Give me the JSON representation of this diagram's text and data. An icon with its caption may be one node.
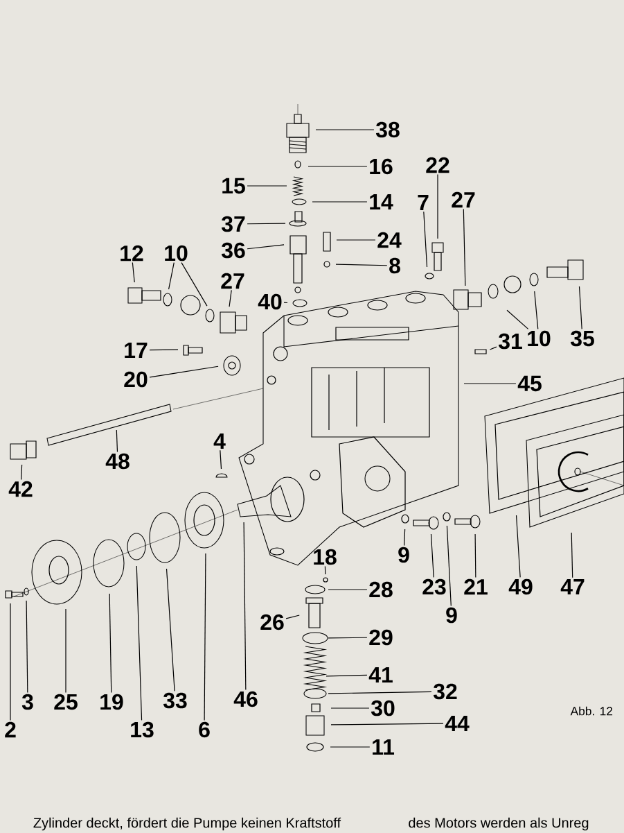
{
  "diagram": {
    "nodes": [
      {
        "text": [
          "38"
        ]
      },
      {
        "text": [
          "16"
        ]
      },
      {
        "text": [
          "15"
        ]
      },
      {
        "text": [
          "14"
        ]
      },
      {
        "text": [
          "37"
        ]
      },
      {
        "text": [
          "36"
        ]
      },
      {
        "text": [
          "24"
        ]
      },
      {
        "text": [
          "8"
        ]
      },
      {
        "text": [
          "40"
        ]
      },
      {
        "text": [
          "12"
        ]
      },
      {
        "text": [
          "10"
        ]
      },
      {
        "text": [
          "27"
        ]
      },
      {
        "text": [
          "22"
        ]
      },
      {
        "text": [
          "7"
        ]
      },
      {
        "text": [
          "27"
        ]
      },
      {
        "text": [
          "10"
        ]
      },
      {
        "text": [
          "35"
        ]
      },
      {
        "text": [
          "31"
        ]
      },
      {
        "text": [
          "17"
        ]
      },
      {
        "text": [
          "20"
        ]
      },
      {
        "text": [
          "45"
        ]
      },
      {
        "text": [
          "4"
        ]
      },
      {
        "text": [
          "42"
        ]
      },
      {
        "text": [
          "48"
        ]
      },
      {
        "text": [
          "46"
        ]
      },
      {
        "text": [
          "6"
        ]
      },
      {
        "text": [
          "33"
        ]
      },
      {
        "text": [
          "13"
        ]
      },
      {
        "text": [
          "19"
        ]
      },
      {
        "text": [
          "25"
        ]
      },
      {
        "text": [
          "3"
        ]
      },
      {
        "text": [
          "2"
        ]
      },
      {
        "text": [
          "9"
        ]
      },
      {
        "text": [
          "23"
        ]
      },
      {
        "text": [
          "9"
        ]
      },
      {
        "text": [
          "21"
        ]
      },
      {
        "text": [
          "49"
        ]
      },
      {
        "text": [
          "47"
        ]
      },
      {
        "text": [
          "18"
        ]
      },
      {
        "text": [
          "28"
        ]
      },
      {
        "text": [
          "26"
        ]
      },
      {
        "text": [
          "29"
        ]
      },
      {
        "text": [
          "41"
        ]
      },
      {
        "text": [
          "32"
        ]
      },
      {
        "text": [
          "30"
        ]
      },
      {
        "text": [
          "44"
        ]
      },
      {
        "text": [
          "11"
        ]
      }
    ],
    "edges": [
      {
        "from": 0,
        "to": null,
        "arrow": "none"
      },
      {
        "from": 1,
        "to": null,
        "arrow": "none"
      },
      {
        "from": 2,
        "to": null,
        "arrow": "none"
      },
      {
        "from": 3,
        "to": null,
        "arrow": "none"
      },
      {
        "from": 4,
        "to": null,
        "arrow": "none"
      },
      {
        "from": 5,
        "to": null,
        "arrow": "none"
      },
      {
        "from": 6,
        "to": null,
        "arrow": "none"
      },
      {
        "from": 7,
        "to": null,
        "arrow": "none"
      },
      {
        "from": 8,
        "to": null,
        "arrow": "none"
      },
      {
        "from": 9,
        "to": null,
        "arrow": "none"
      },
      {
        "from": 10,
        "to": null,
        "arrow": "none"
      },
      {
        "from": 10,
        "to": null,
        "arrow": "none"
      },
      {
        "from": 11,
        "to": null,
        "arrow": "none"
      },
      {
        "from": 12,
        "to": null,
        "arrow": "none"
      },
      {
        "from": 13,
        "to": null,
        "arrow": "none"
      },
      {
        "from": 14,
        "to": null,
        "arrow": "none"
      },
      {
        "from": 15,
        "to": null,
        "arrow": "none"
      },
      {
        "from": 15,
        "to": null,
        "arrow": "none"
      },
      {
        "from": 16,
        "to": null,
        "arrow": "none"
      },
      {
        "from": 17,
        "to": null,
        "arrow": "none"
      },
      {
        "from": 18,
        "to": null,
        "arrow": "none"
      },
      {
        "from": 19,
        "to": null,
        "arrow": "none"
      },
      {
        "from": 20,
        "to": null,
        "arrow": "none"
      },
      {
        "from": 21,
        "to": null,
        "arrow": "none"
      },
      {
        "from": 22,
        "to": null,
        "arrow": "none"
      },
      {
        "from": 23,
        "to": null,
        "arrow": "none"
      },
      {
        "from": 24,
        "to": null,
        "arrow": "none"
      },
      {
        "from": 25,
        "to": null,
        "arrow": "none"
      },
      {
        "from": 26,
        "to": null,
        "arrow": "none"
      },
      {
        "from": 27,
        "to": null,
        "arrow": "none"
      },
      {
        "from": 28,
        "to": null,
        "arrow": "none"
      },
      {
        "from": 29,
        "to": null,
        "arrow": "none"
      },
      {
        "from": 30,
        "to": null,
        "arrow": "none"
      },
      {
        "from": 31,
        "to": null,
        "arrow": "none"
      },
      {
        "from": 32,
        "to": null,
        "arrow": "none"
      },
      {
        "from": 33,
        "to": null,
        "arrow": "none"
      },
      {
        "from": 34,
        "to": null,
        "arrow": "none"
      },
      {
        "from": 35,
        "to": null,
        "arrow": "none"
      },
      {
        "from": 36,
        "to": null,
        "arrow": "none"
      },
      {
        "from": 37,
        "to": null,
        "arrow": "none"
      },
      {
        "from": 38,
        "to": null,
        "arrow": "none"
      },
      {
        "from": 39,
        "to": null,
        "arrow": "none"
      },
      {
        "from": 40,
        "to": null,
        "arrow": "none"
      },
      {
        "from": 41,
        "to": null,
        "arrow": "none"
      },
      {
        "from": 42,
        "to": null,
        "arrow": "none"
      },
      {
        "from": 43,
        "to": null,
        "arrow": "none"
      },
      {
        "from": 44,
        "to": null,
        "arrow": "none"
      },
      {
        "from": 45,
        "to": null,
        "arrow": "none"
      },
      {
        "from": 46,
        "to": null,
        "arrow": "none"
      }
    ],
    "labels": [
      "Abb. 12",
      "Zylinder deckt, fördert die Pumpe keinen Kraftstoff",
      "des Motors werden als Unreg"
    ]
  }
}
